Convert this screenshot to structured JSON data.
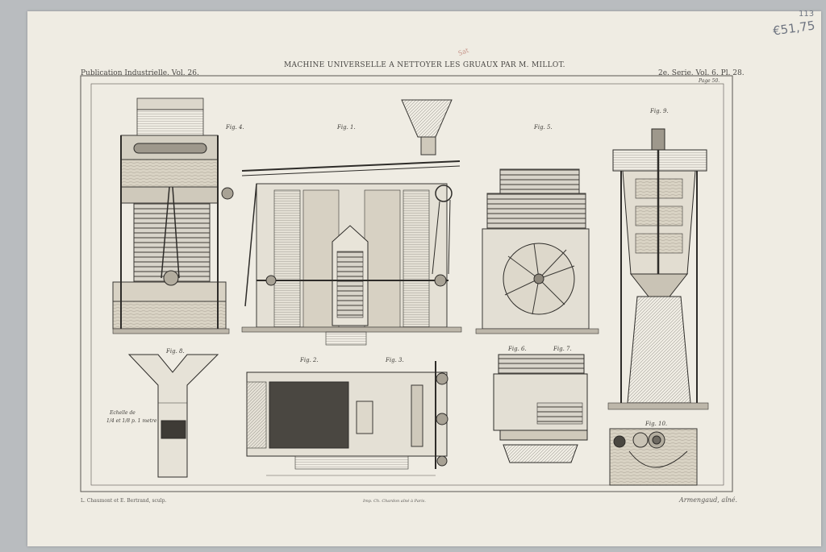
{
  "header": {
    "left": "Publication Industrielle. Vol. 26.",
    "title": "MACHINE UNIVERSELLE A NETTOYER LES GRUAUX PAR M. MILLOT.",
    "right": "2e. Serie. Vol. 6. Pl. 28.",
    "page": "Page 50."
  },
  "figures": {
    "fig1": "Fig. 1.",
    "fig2": "Fig. 2.",
    "fig3": "Fig. 3.",
    "fig4": "Fig. 4.",
    "fig5": "Fig. 5.",
    "fig6": "Fig. 6.",
    "fig7": "Fig. 7.",
    "fig8": "Fig. 8.",
    "fig9": "Fig. 9.",
    "fig10": "Fig. 10."
  },
  "scale": {
    "line1": "Echelle de",
    "line2": "1/4 et 1/8 p. 1 metre"
  },
  "footer": {
    "left": "L. Chaumont et E. Bertrand, sculp.",
    "center": "Imp. Ch. Chardon aîné à Paris.",
    "right": "Armengaud, aîné."
  },
  "pencil": {
    "top_number": "113",
    "price": "€51,75",
    "small": "Sat"
  }
}
